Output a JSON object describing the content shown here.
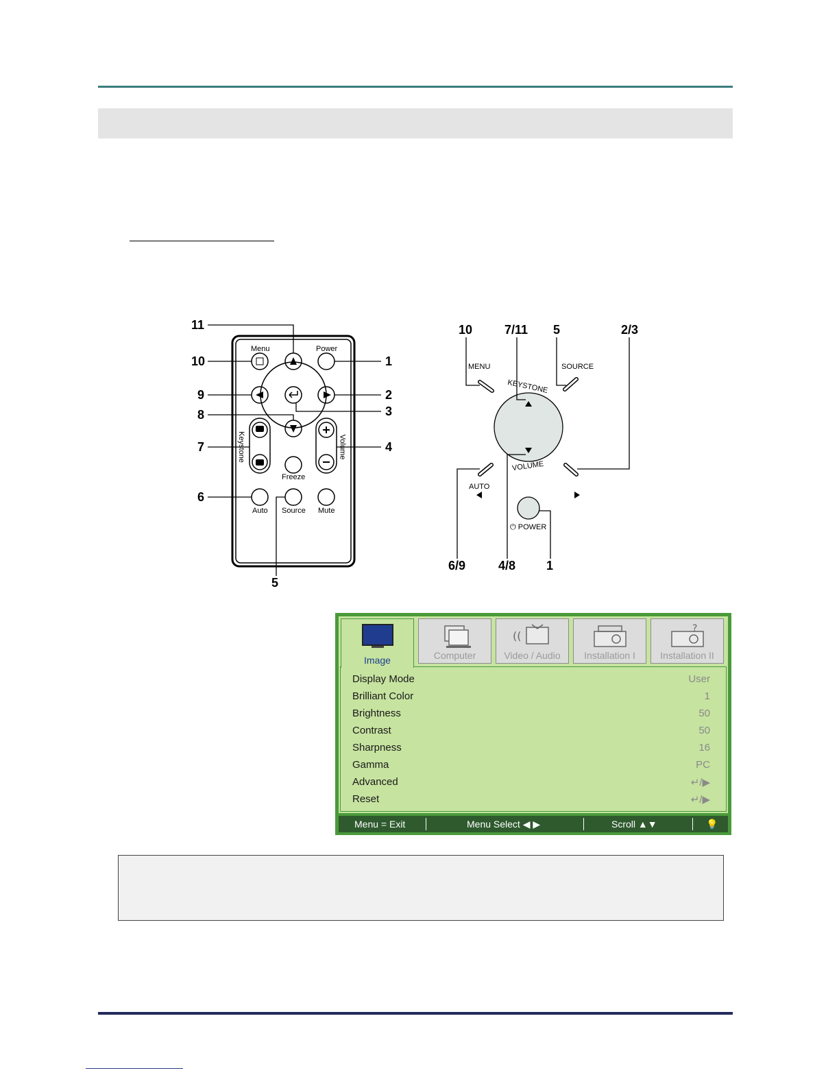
{
  "remote": {
    "callouts": [
      "11",
      "10",
      "9",
      "8",
      "7",
      "6",
      "5",
      "1",
      "2",
      "3",
      "4"
    ],
    "labels": {
      "menu": "Menu",
      "power": "Power",
      "keystone": "Keystone",
      "volume": "Volume",
      "freeze": "Freeze",
      "auto": "Auto",
      "source": "Source",
      "mute": "Mute"
    }
  },
  "panel": {
    "callouts_top": [
      "10",
      "7/11",
      "5",
      "2/3"
    ],
    "callouts_bottom": [
      "6/9",
      "4/8",
      "1"
    ],
    "labels": {
      "menu": "MENU",
      "source": "SOURCE",
      "keystone": "KEYSTONE",
      "volume": "VOLUME",
      "auto": "AUTO",
      "power": "POWER"
    }
  },
  "osd": {
    "tabs": [
      {
        "label": "Image",
        "icon": "monitor-icon"
      },
      {
        "label": "Computer",
        "icon": "computer-icon"
      },
      {
        "label": "Video / Audio",
        "icon": "video-audio-icon"
      },
      {
        "label": "Installation I",
        "icon": "projector-icon"
      },
      {
        "label": "Installation II",
        "icon": "projector-settings-icon"
      }
    ],
    "rows": [
      {
        "label": "Display Mode",
        "value": "User"
      },
      {
        "label": "Brilliant Color",
        "value": "1"
      },
      {
        "label": "Brightness",
        "value": "50"
      },
      {
        "label": "Contrast",
        "value": "50"
      },
      {
        "label": "Sharpness",
        "value": "16"
      },
      {
        "label": "Gamma",
        "value": "PC"
      },
      {
        "label": "Advanced",
        "value": "↵/▶"
      },
      {
        "label": "Reset",
        "value": "↵/▶"
      }
    ],
    "status": {
      "exit": "Menu = Exit",
      "select": "Menu Select ◀ ▶",
      "scroll": "Scroll ▲▼"
    },
    "colors": {
      "frame": "#4a9a3a",
      "pane": "#c6e3a0",
      "active_label": "#1e3f8f"
    }
  }
}
